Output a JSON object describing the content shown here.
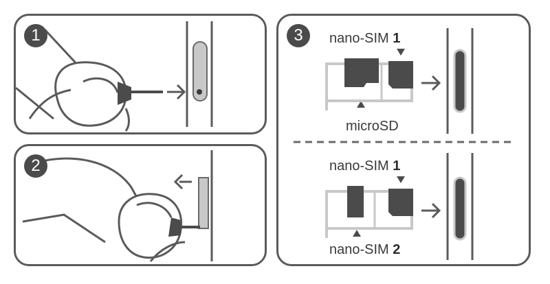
{
  "steps": [
    {
      "number": "1"
    },
    {
      "number": "2"
    },
    {
      "number": "3"
    }
  ],
  "labels": {
    "top_nano_sim_text": "nano-SIM",
    "top_nano_sim_num": "1",
    "microsd": "microSD",
    "bottom_nano_sim1_text": "nano-SIM",
    "bottom_nano_sim1_num": "1",
    "bottom_nano_sim2_text": "nano-SIM",
    "bottom_nano_sim2_num": "2"
  },
  "colors": {
    "outline": "#5a5a5a",
    "dark_fill": "#4b4b4b",
    "slot_fill": "#c8c8c8",
    "tray_fill": "#d9d9d9"
  }
}
